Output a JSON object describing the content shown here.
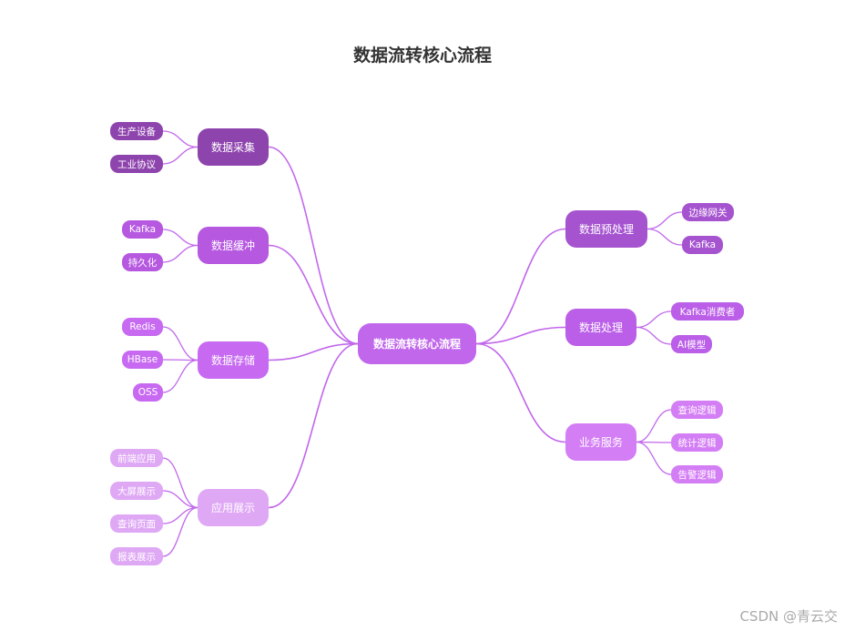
{
  "title": "数据流转核心流程",
  "root": {
    "label": "数据流转核心流程",
    "color": "#c167ec"
  },
  "line_color": "#c167ec",
  "branches": [
    {
      "label": "数据采集",
      "color": "#8e44ad",
      "leaves": [
        "生产设备",
        "工业协议"
      ]
    },
    {
      "label": "数据缓冲",
      "color": "#b658e0",
      "leaves": [
        "Kafka",
        "持久化"
      ]
    },
    {
      "label": "数据存储",
      "color": "#c76af1",
      "leaves": [
        "Redis",
        "HBase",
        "OSS"
      ]
    },
    {
      "label": "应用展示",
      "color": "#dfa8f5",
      "leaves": [
        "前端应用",
        "大屏展示",
        "查询页面",
        "报表展示"
      ]
    },
    {
      "label": "数据预处理",
      "color": "#a653d0",
      "leaves": [
        "边缘网关",
        "Kafka"
      ]
    },
    {
      "label": "数据处理",
      "color": "#bb5ee8",
      "leaves": [
        "Kafka消费者",
        "AI模型"
      ]
    },
    {
      "label": "业务服务",
      "color": "#d47ef5",
      "leaves": [
        "查询逻辑",
        "统计逻辑",
        "告警逻辑"
      ]
    }
  ],
  "watermark": "CSDN @青云交"
}
